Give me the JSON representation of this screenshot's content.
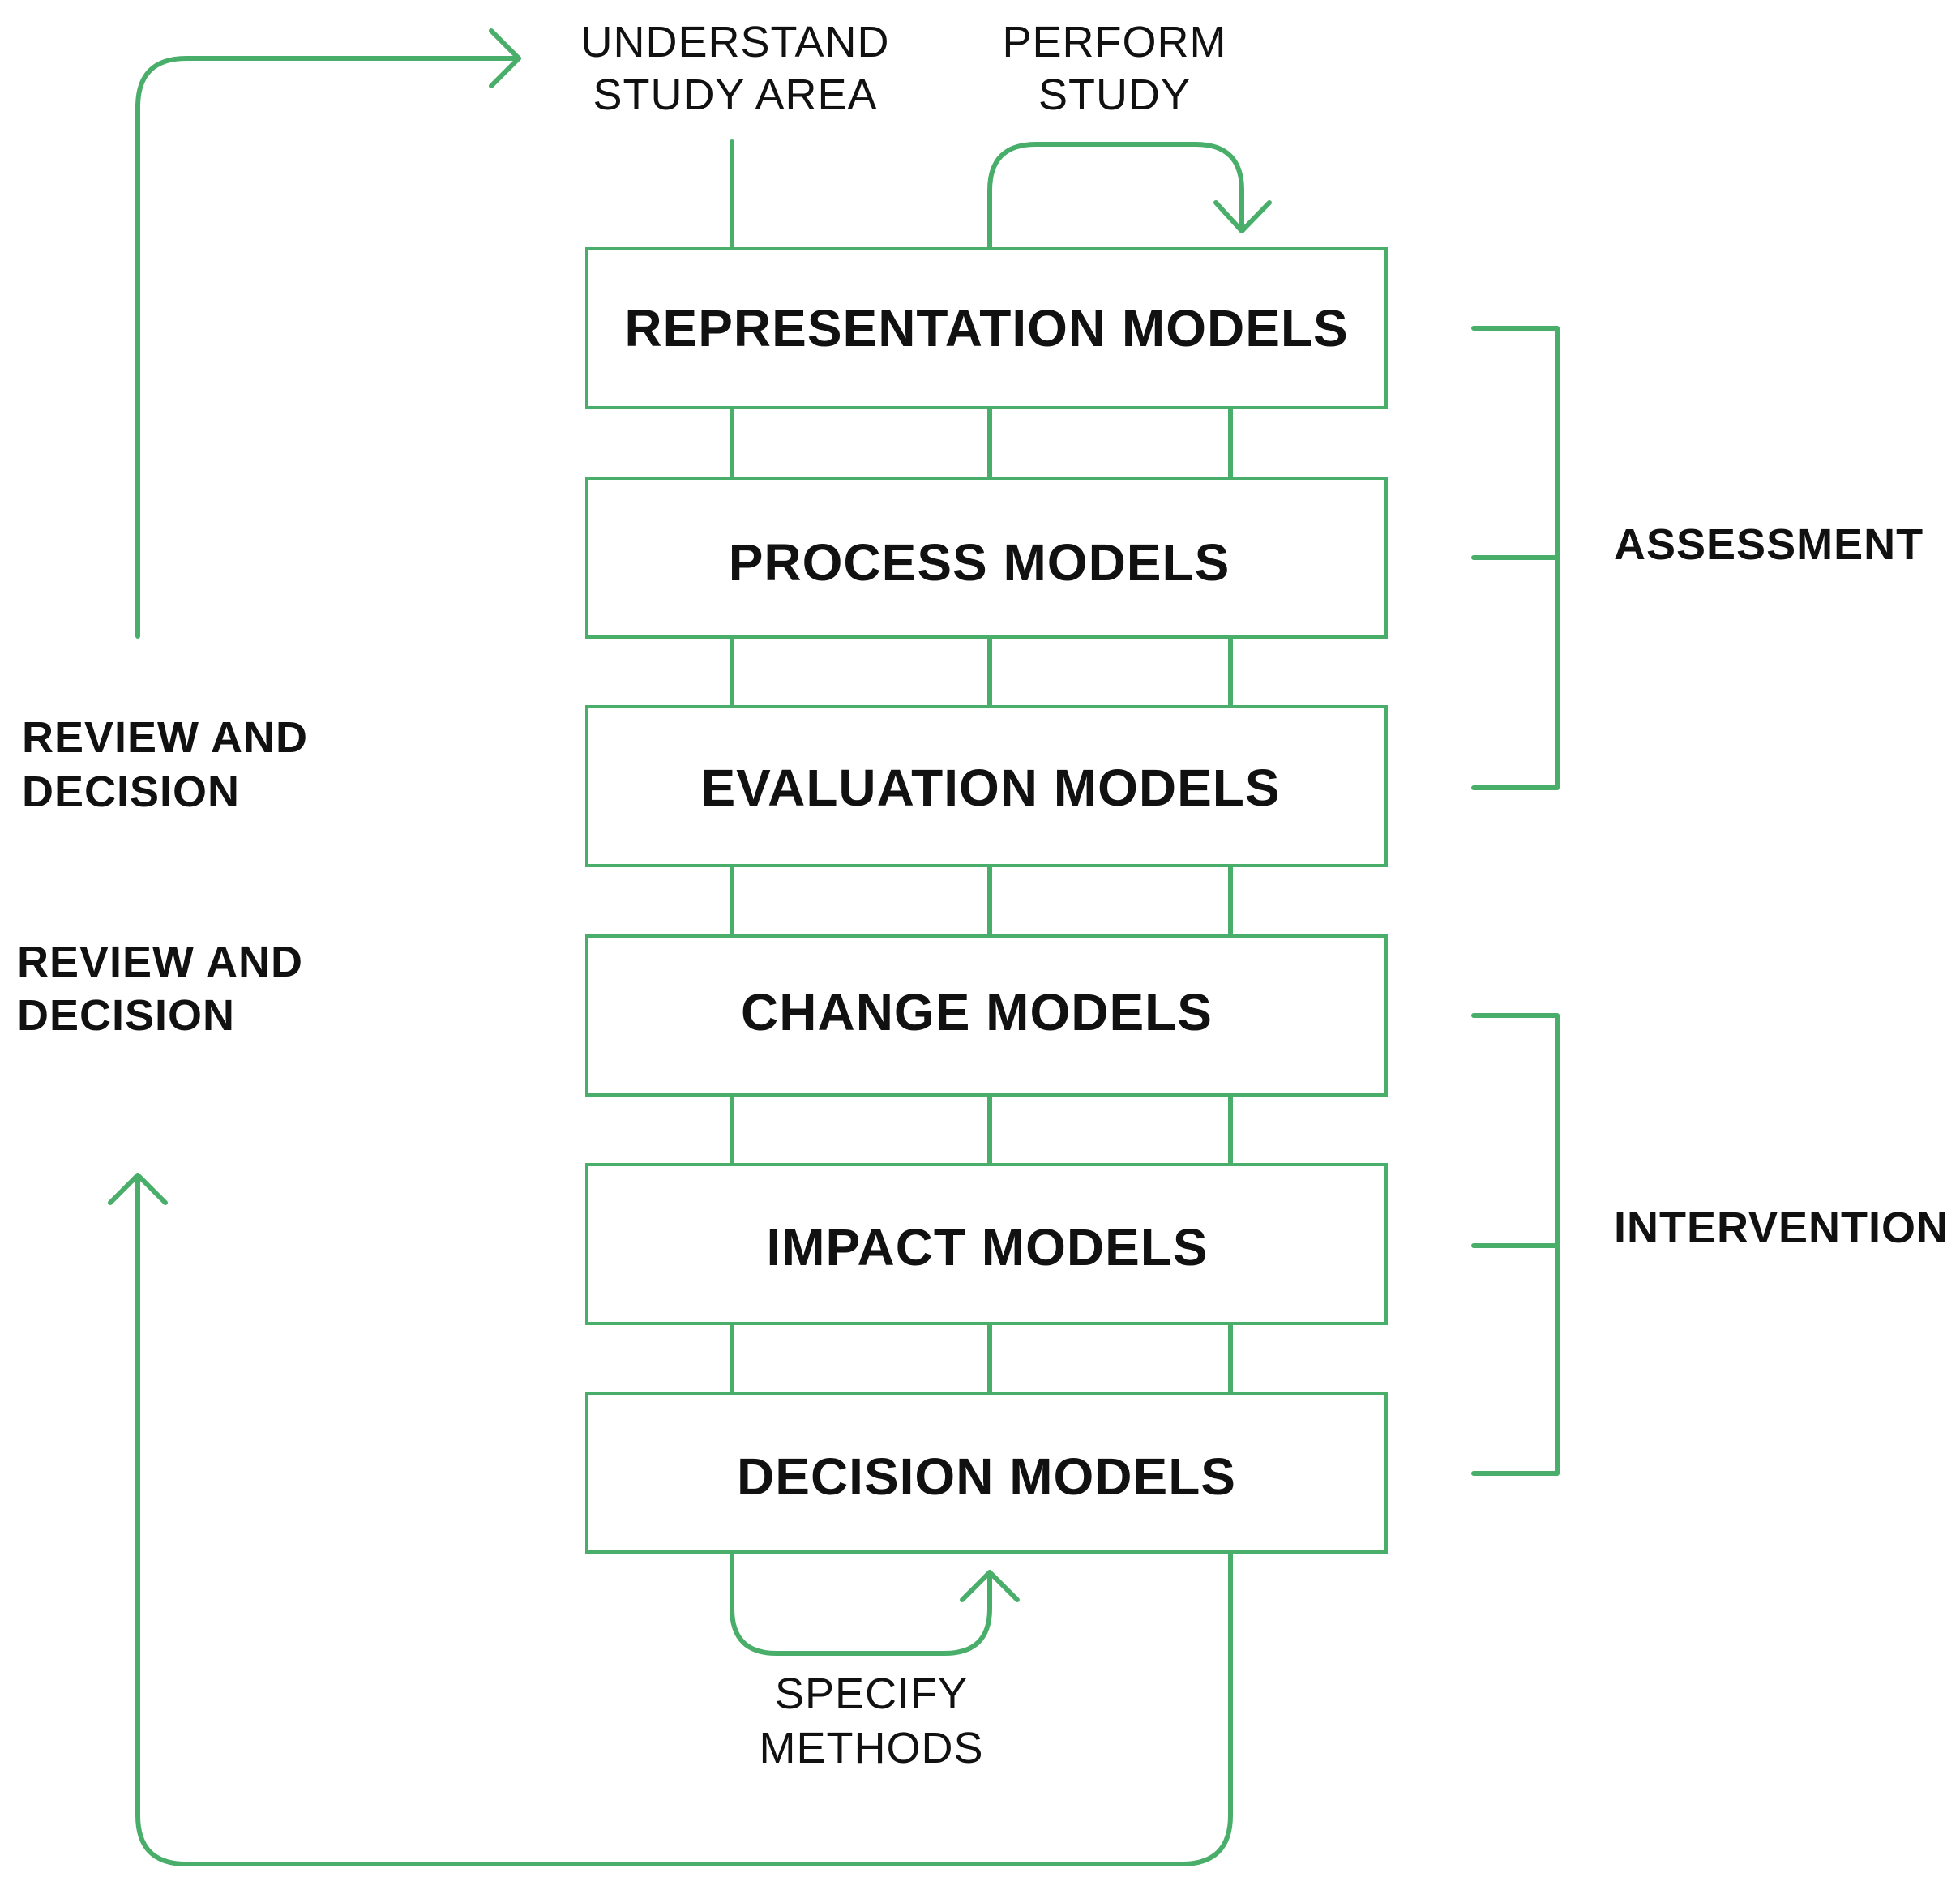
{
  "colors": {
    "accent": "#4aae6b",
    "text": "#111111",
    "background": "#ffffff"
  },
  "top_steps": {
    "understand_line1": "UNDERSTAND",
    "understand_line2": "STUDY AREA",
    "perform_line1": "PERFORM",
    "perform_line2": "STUDY"
  },
  "models": [
    {
      "label": "REPRESENTATION MODELS"
    },
    {
      "label": "PROCESS MODELS"
    },
    {
      "label": "EVALUATION MODELS"
    },
    {
      "label": "CHANGE MODELS"
    },
    {
      "label": "IMPACT MODELS"
    },
    {
      "label": "DECISION MODELS"
    }
  ],
  "groups": {
    "assessment": "ASSESSMENT",
    "intervention": "INTERVENTION"
  },
  "review_upper": {
    "line1": "REVIEW AND",
    "line2": "DECISION"
  },
  "review_lower": {
    "line1": "REVIEW AND",
    "line2": "DECISION"
  },
  "bottom_step": {
    "line1": "SPECIFY",
    "line2": "METHODS"
  }
}
